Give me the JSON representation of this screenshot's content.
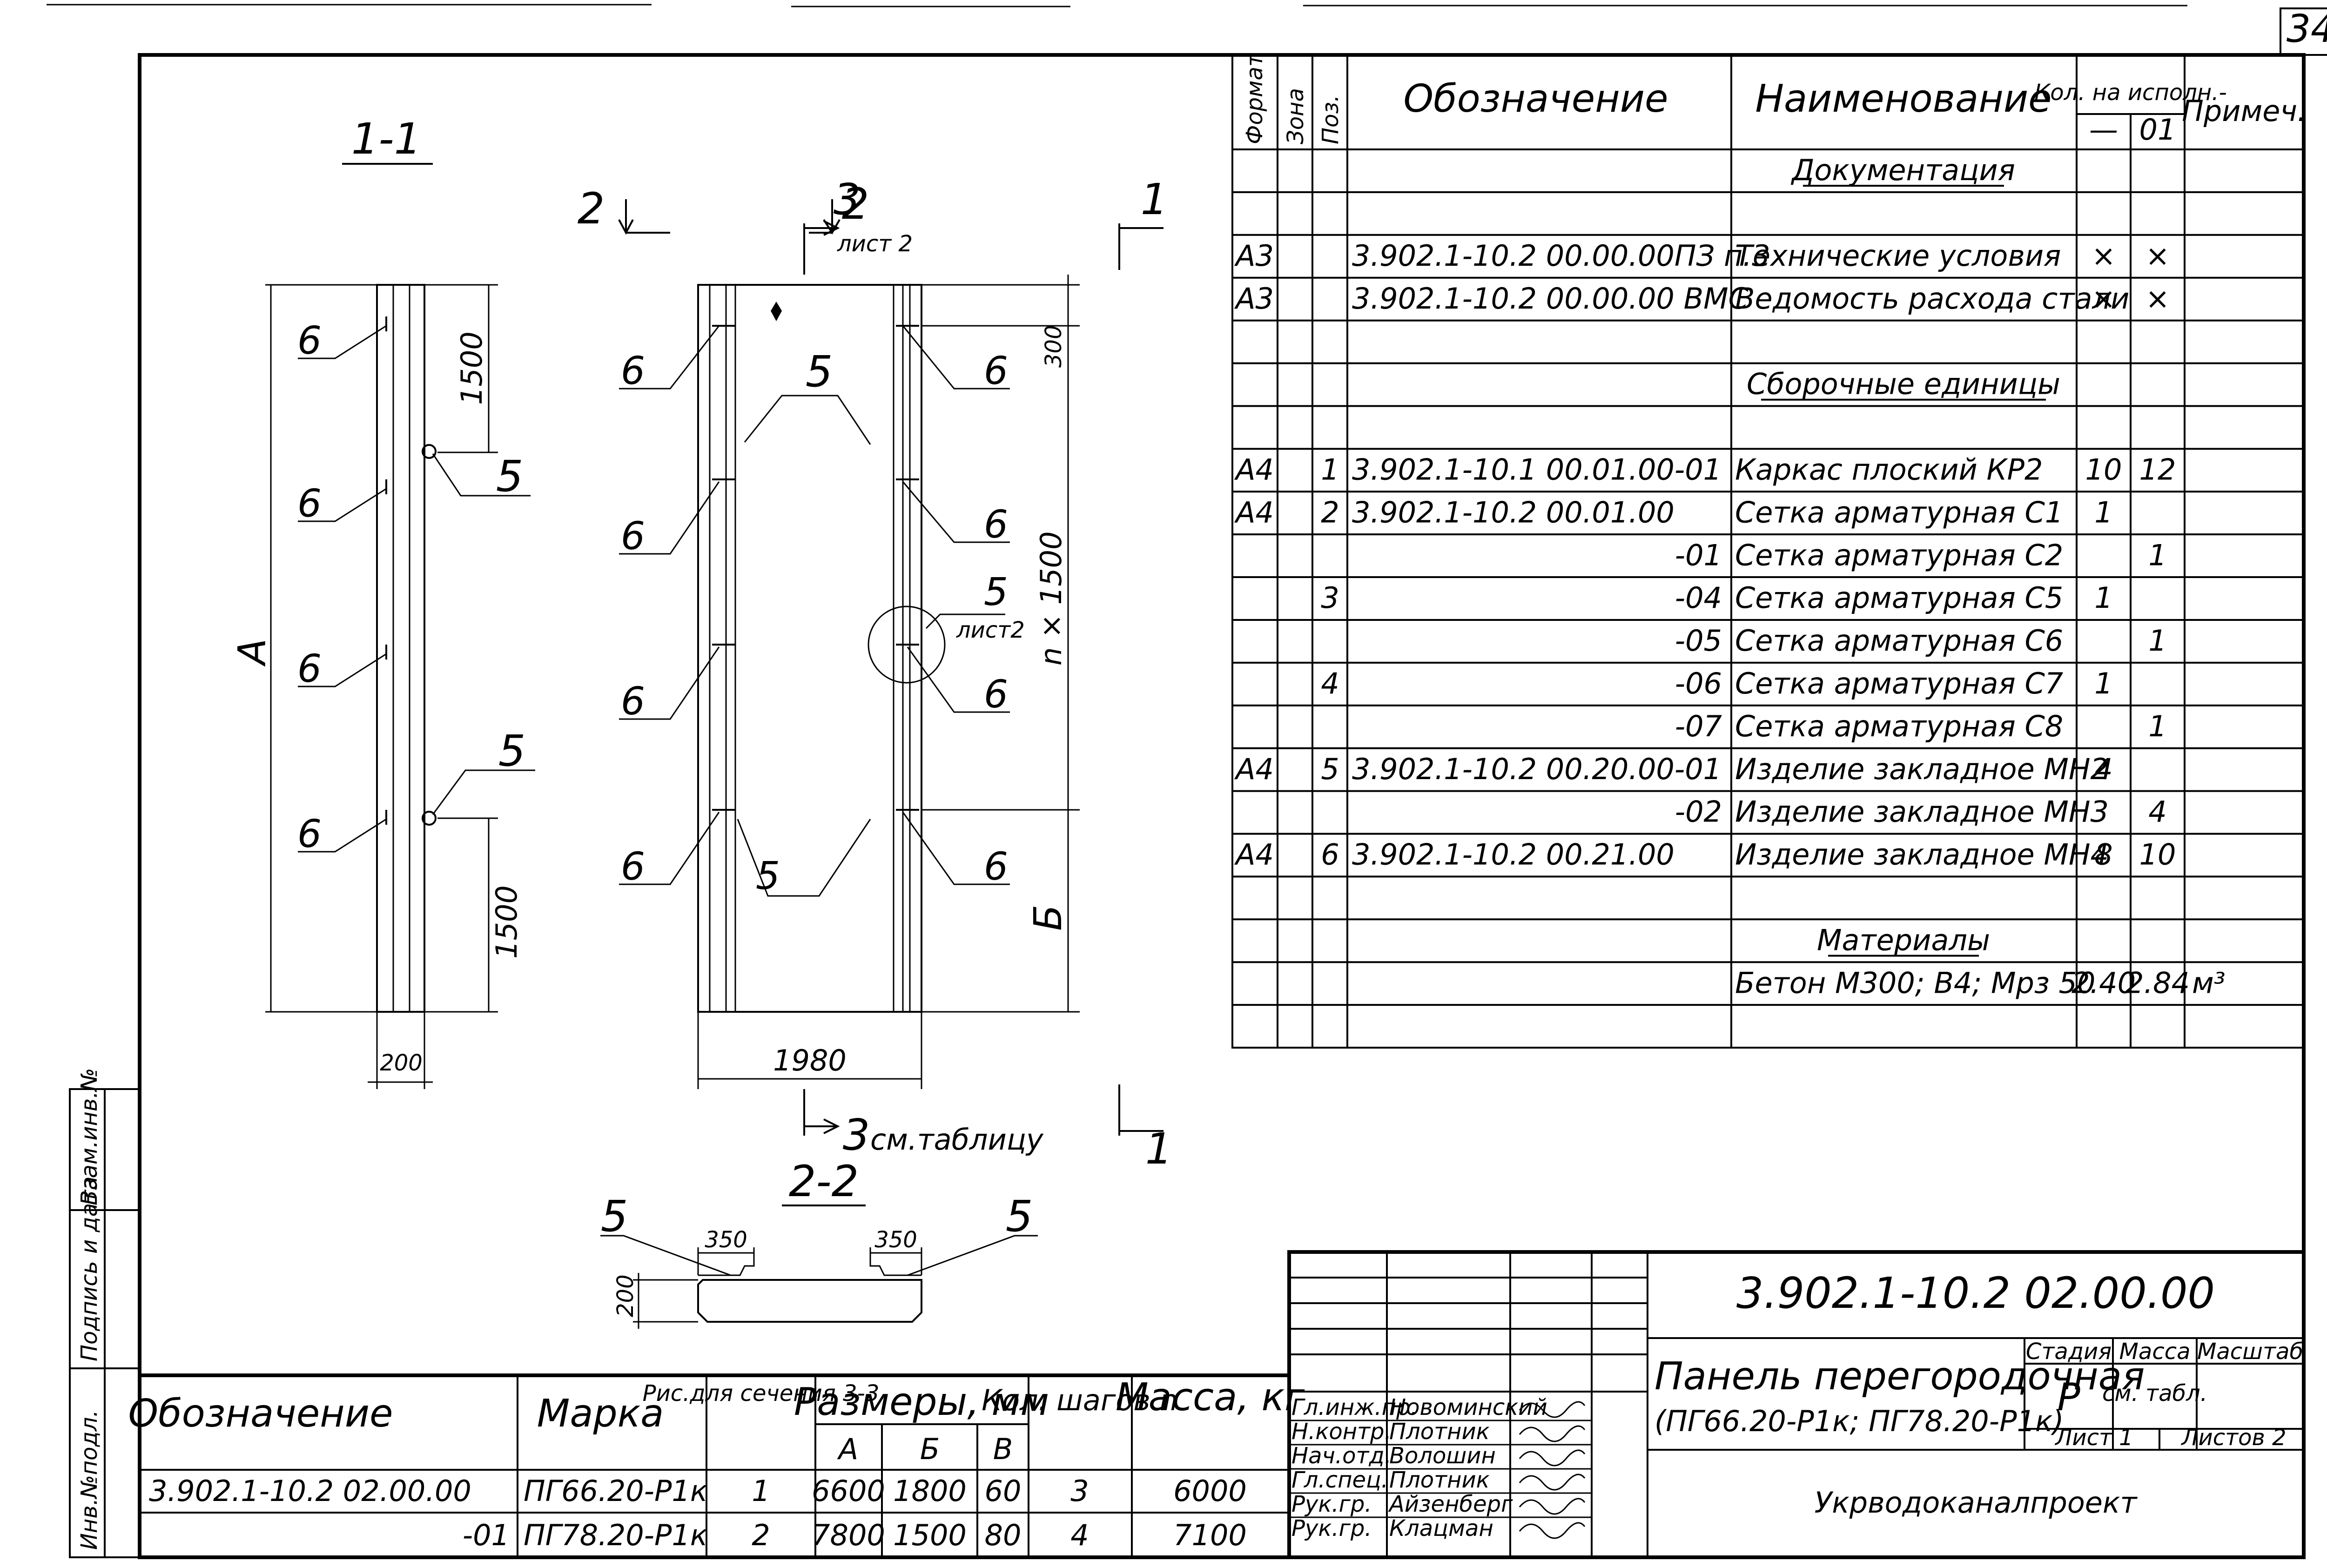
{
  "sheet": {
    "number": "34",
    "side_labels": [
      "Инв.№подл.",
      "Подпись и дата",
      "Взам.инв.№"
    ]
  },
  "drawing": {
    "section_1_1": {
      "title": "1-1",
      "dim_1500_top": "1500",
      "dim_1500_bottom": "1500",
      "dim_A": "А",
      "dim_200": "200",
      "callouts": [
        "6",
        "6",
        "6",
        "6",
        "5",
        "5"
      ]
    },
    "front_view": {
      "cut_2": "2",
      "cut_3": "3",
      "cut_3_sheet": "лист 2",
      "cut_1": "1",
      "dim_300": "300",
      "dim_nx1500": "n × 1500",
      "dim_B": "Б",
      "dim_1980": "1980",
      "cut_3_bottom_note": "см.таблицу",
      "callout_5_sheet": "лист2",
      "callouts": [
        "6",
        "6",
        "6",
        "6",
        "6",
        "6",
        "6",
        "6",
        "5",
        "5",
        "5"
      ]
    },
    "section_2_2": {
      "title": "2-2",
      "dim_350_left": "350",
      "dim_350_right": "350",
      "dim_200": "200",
      "callouts": [
        "5",
        "5"
      ]
    }
  },
  "spec_table": {
    "headers": {
      "format": "Формат",
      "zone": "Зона",
      "pos": "Поз.",
      "designation": "Обозначение",
      "name": "Наименование",
      "qty": "Кол. на исполн.-",
      "qty_dash": "—",
      "qty_01": "01",
      "note": "Примеч."
    },
    "rows": [
      {
        "format": "",
        "pos": "",
        "designation": "",
        "name": "Документация",
        "q1": "",
        "q2": "",
        "note": "",
        "heading": true
      },
      {
        "format": "",
        "pos": "",
        "designation": "",
        "name": "",
        "q1": "",
        "q2": "",
        "note": ""
      },
      {
        "format": "А3",
        "pos": "",
        "designation": "3.902.1-10.2   00.00.00ПЗ п.3",
        "name": "Технические условия",
        "q1": "×",
        "q2": "×",
        "note": ""
      },
      {
        "format": "А3",
        "pos": "",
        "designation": "3.902.1-10.2   00.00.00 ВМС",
        "name": "Ведомость расхода стали",
        "q1": "×",
        "q2": "×",
        "note": ""
      },
      {
        "format": "",
        "pos": "",
        "designation": "",
        "name": "",
        "q1": "",
        "q2": "",
        "note": ""
      },
      {
        "format": "",
        "pos": "",
        "designation": "",
        "name": "Сборочные единицы",
        "q1": "",
        "q2": "",
        "note": "",
        "heading": true
      },
      {
        "format": "",
        "pos": "",
        "designation": "",
        "name": "",
        "q1": "",
        "q2": "",
        "note": ""
      },
      {
        "format": "А4",
        "pos": "1",
        "designation": "3.902.1-10.1   00.01.00-01",
        "name": "Каркас плоский КР2",
        "q1": "10",
        "q2": "12",
        "note": ""
      },
      {
        "format": "А4",
        "pos": "2",
        "designation": "3.902.1-10.2   00.01.00",
        "name": "Сетка арматурная С1",
        "q1": "1",
        "q2": "",
        "note": ""
      },
      {
        "format": "",
        "pos": "",
        "designation": "-01",
        "name": "Сетка арматурная С2",
        "q1": "",
        "q2": "1",
        "note": "",
        "right": true
      },
      {
        "format": "",
        "pos": "3",
        "designation": "-04",
        "name": "Сетка арматурная С5",
        "q1": "1",
        "q2": "",
        "note": "",
        "right": true
      },
      {
        "format": "",
        "pos": "",
        "designation": "-05",
        "name": "Сетка арматурная С6",
        "q1": "",
        "q2": "1",
        "note": "",
        "right": true
      },
      {
        "format": "",
        "pos": "4",
        "designation": "-06",
        "name": "Сетка арматурная С7",
        "q1": "1",
        "q2": "",
        "note": "",
        "right": true
      },
      {
        "format": "",
        "pos": "",
        "designation": "-07",
        "name": "Сетка арматурная С8",
        "q1": "",
        "q2": "1",
        "note": "",
        "right": true
      },
      {
        "format": "А4",
        "pos": "5",
        "designation": "3.902.1-10.2   00.20.00-01",
        "name": "Изделие закладное МН2",
        "q1": "4",
        "q2": "",
        "note": ""
      },
      {
        "format": "",
        "pos": "",
        "designation": "-02",
        "name": "Изделие закладное МН3",
        "q1": "",
        "q2": "4",
        "note": "",
        "right": true
      },
      {
        "format": "А4",
        "pos": "6",
        "designation": "3.902.1-10.2   00.21.00",
        "name": "Изделие закладное МН4",
        "q1": "8",
        "q2": "10",
        "note": ""
      },
      {
        "format": "",
        "pos": "",
        "designation": "",
        "name": "",
        "q1": "",
        "q2": "",
        "note": ""
      },
      {
        "format": "",
        "pos": "",
        "designation": "",
        "name": "Материалы",
        "q1": "",
        "q2": "",
        "note": "",
        "heading": true
      },
      {
        "format": "",
        "pos": "",
        "designation": "",
        "name": "Бетон М300; В4; Мрз 50",
        "q1": "2.40",
        "q2": "2.84",
        "note": "м³"
      },
      {
        "format": "",
        "pos": "",
        "designation": "",
        "name": "",
        "q1": "",
        "q2": "",
        "note": ""
      }
    ]
  },
  "variant_table": {
    "headers": {
      "designation": "Обозначение",
      "mark": "Марка",
      "fig": "Рис.для сечения 3-3",
      "sizes": "Размеры, мм",
      "a": "А",
      "b": "Б",
      "c": "В",
      "steps": "Кол. шагов n",
      "mass": "Масса, кг"
    },
    "rows": [
      {
        "designation": "3.902.1-10.2   02.00.00",
        "mark": "ПГ66.20-Р1к",
        "fig": "1",
        "a": "6600",
        "b": "1800",
        "c": "60",
        "steps": "3",
        "mass": "6000"
      },
      {
        "designation": "-01",
        "mark": "ПГ78.20-Р1к",
        "fig": "2",
        "a": "7800",
        "b": "1500",
        "c": "80",
        "steps": "4",
        "mass": "7100"
      }
    ]
  },
  "title_block": {
    "code": "3.902.1-10.2  02.00.00",
    "title_line1": "Панель перегородочная",
    "title_line2": "(ПГ66.20-Р1к; ПГ78.20-Р1к)",
    "stage_label": "Стадия",
    "mass_label": "Масса",
    "scale_label": "Масштаб",
    "stage": "Р",
    "mass": "см. табл.",
    "sheet_label": "Лист 1",
    "sheets_label": "Листов 2",
    "org": "Укрводоканалпроект",
    "signers": [
      {
        "role": "Гл.инж.пр.",
        "name": "Новоминский"
      },
      {
        "role": "Н.контр.",
        "name": "Плотник"
      },
      {
        "role": "Нач.отд.",
        "name": "Волошин"
      },
      {
        "role": "Гл.спец.",
        "name": "Плотник"
      },
      {
        "role": "Рук.гр.",
        "name": "Айзенберг"
      },
      {
        "role": "Рук.гр.",
        "name": "Клацман"
      }
    ]
  }
}
